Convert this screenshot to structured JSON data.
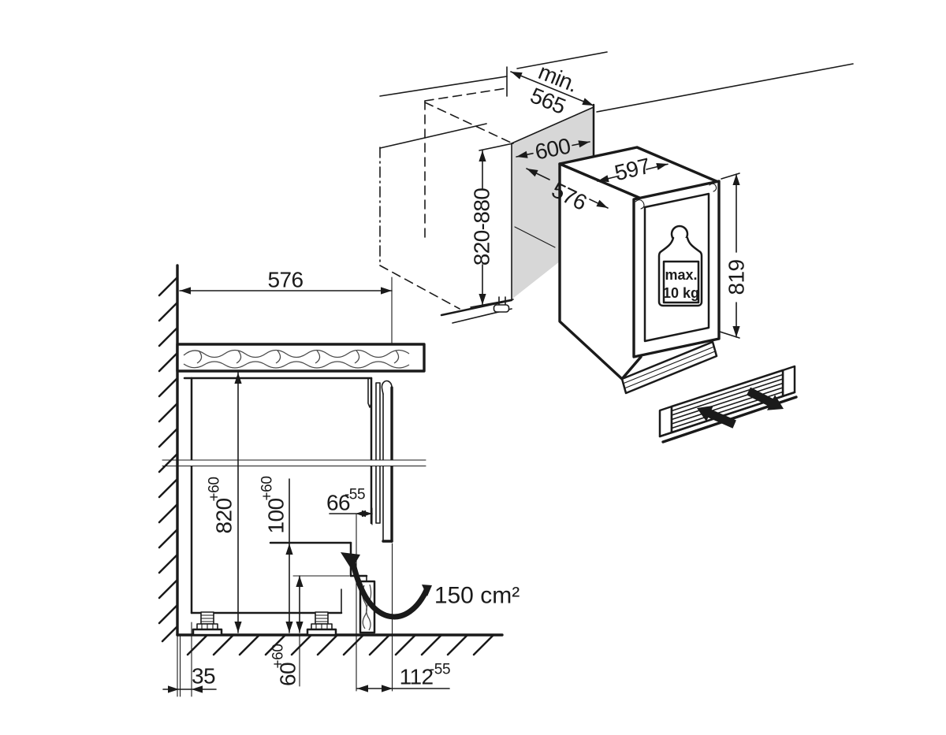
{
  "diagram": {
    "kind": "appliance-built-in-installation-drawing",
    "iso": {
      "niche_depth_label": "min.",
      "niche_depth": "565",
      "niche_width": "600",
      "niche_height": "820-880",
      "appliance_width": "597",
      "appliance_depth": "576",
      "appliance_height": "819",
      "door_load_label": "max.",
      "door_load_value": "10 kg"
    },
    "section": {
      "niche_width": "576",
      "niche_height": "820",
      "niche_height_tol": "+60",
      "base_height": "100",
      "base_height_tol": "+60",
      "door_offset": "66",
      "door_offset_tol": "-55",
      "vent_area": "150 cm²",
      "wall_gap": "35",
      "vent_height": "60",
      "vent_height_tol": "+60",
      "plinth_depth": "112",
      "plinth_depth_tol": "-55"
    },
    "colors": {
      "line": "#1a1a1a",
      "niche_panel": "#d7d7d7",
      "background": "#ffffff"
    }
  }
}
